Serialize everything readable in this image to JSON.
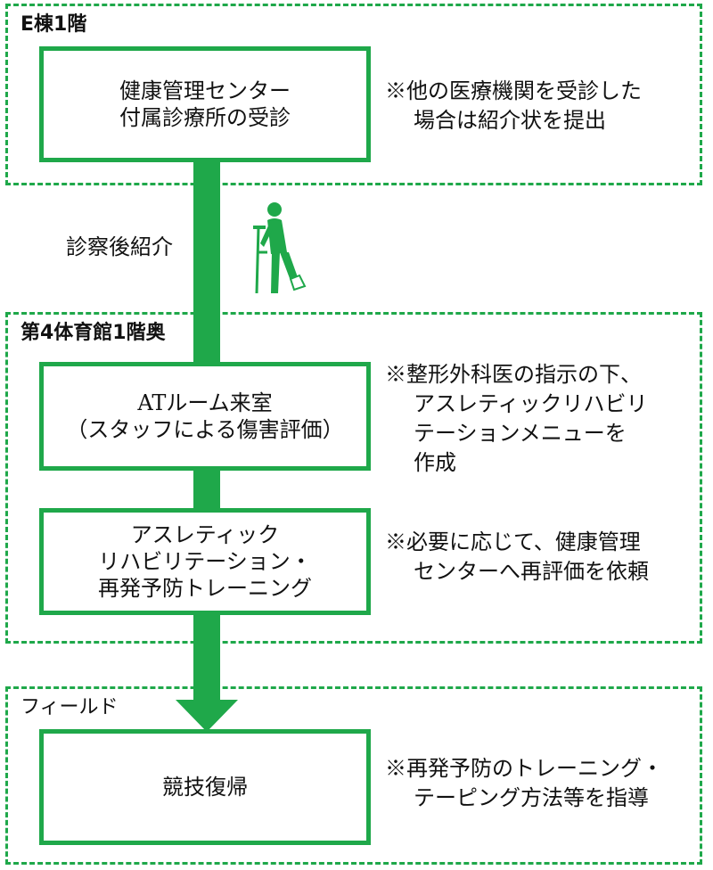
{
  "accent_color": "#1fa84a",
  "zones": {
    "e_building": "E棟1階",
    "gym": "第4体育館1階奥",
    "field": "フィールド"
  },
  "steps": {
    "consult": {
      "line1": "健康管理センター",
      "line2": "付属診療所の受診"
    },
    "at_room": {
      "line1": "ATルーム来室",
      "line2": "（スタッフによる傷害評価）"
    },
    "rehab": {
      "line1": "アスレティック",
      "line2": "リハビリテーション・",
      "line3": "再発予防トレーニング"
    },
    "return": {
      "line1": "競技復帰"
    }
  },
  "notes": {
    "consult": {
      "line1": "※他の医療機関を受診した",
      "line2": "場合は紹介状を提出"
    },
    "at_room": {
      "line1": "※整形外科医の指示の下、",
      "line2": "アスレティックリハビリ",
      "line3": "テーションメニューを",
      "line4": "作成"
    },
    "rehab": {
      "line1": "※必要に応じて、健康管理",
      "line2": "センターへ再評価を依頼"
    },
    "return": {
      "line1": "※再発予防のトレーニング・",
      "line2": "テーピング方法等を指導"
    }
  },
  "referral_label": "診察後紹介",
  "icons": {
    "patient": "person-with-crutch-icon"
  }
}
